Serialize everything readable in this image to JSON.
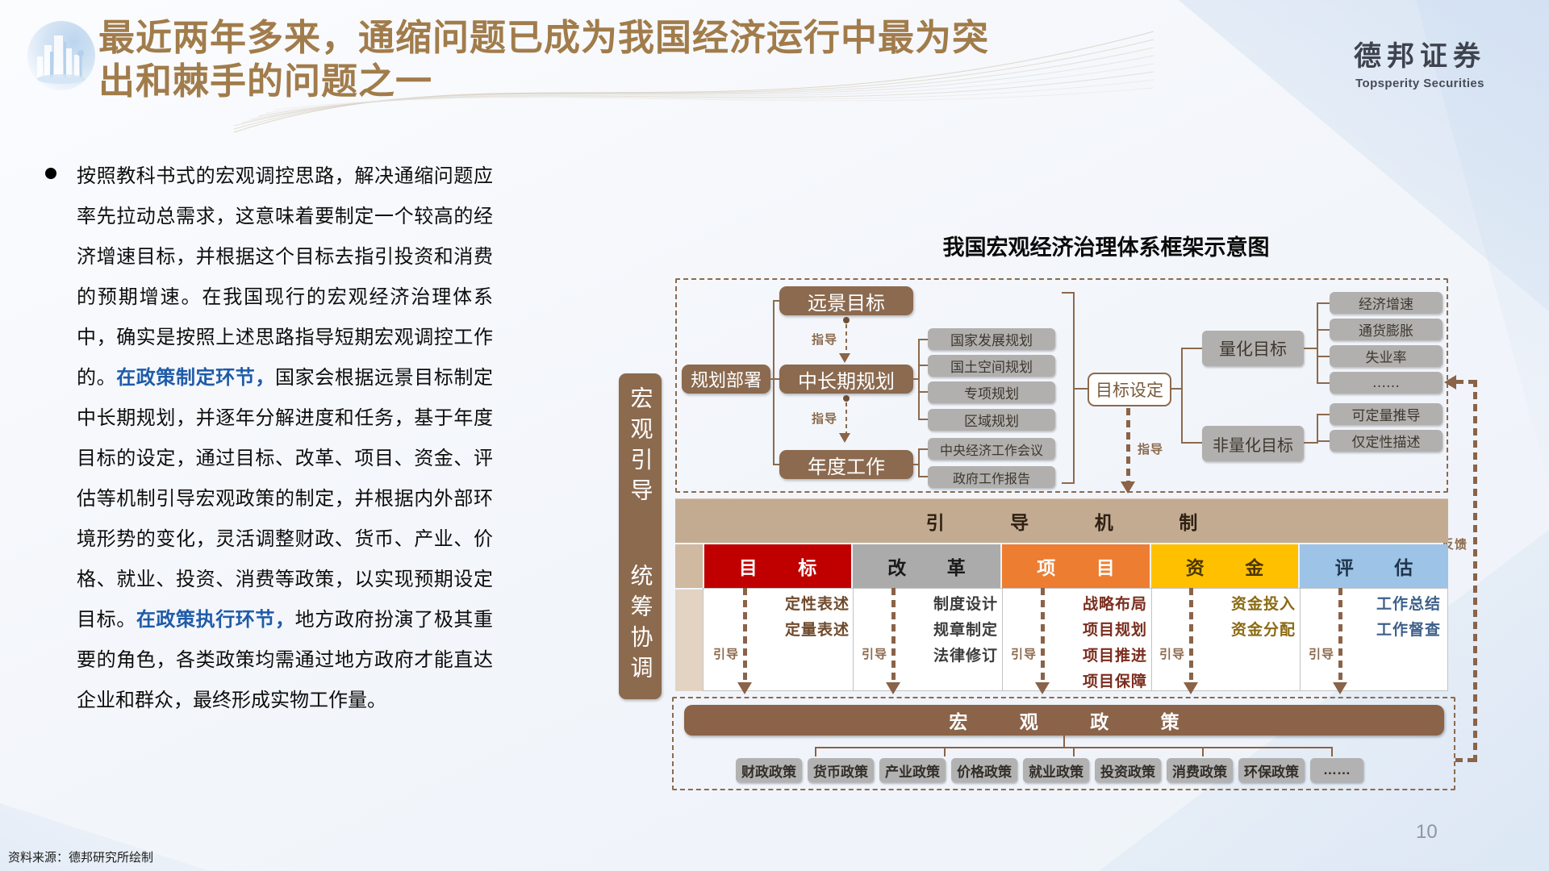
{
  "header": {
    "title_line1": "最近两年多来，通缩问题已成为我国经济运行中最为突",
    "title_line2": "出和棘手的问题之一",
    "brand_cn": "德邦证券",
    "brand_en": "Topsperity Securities",
    "title_color": "#A17C4B"
  },
  "body": {
    "segments": [
      {
        "text": "按照教科书式的宏观调控思路，解决通缩问题应率先拉动总需求，这意味着要制定一个较高的经济增速目标，并根据这个目标去指引投资和消费的预期增速。在我国现行的宏观经济治理体系中，确实是按照上述思路指导短期宏观调控工作的。",
        "style": "normal"
      },
      {
        "text": "在政策制定环节，",
        "style": "blue"
      },
      {
        "text": "国家会根据远景目标制定中长期规划，并逐年分解进度和任务，基于年度目标的设定，通过目标、改革、项目、资金、评估等机制引导宏观政策的制定，并根据内外部环境形势的变化，灵活调整财政、货币、产业、价格、就业、投资、消费等政策，以实现预期设定目标。",
        "style": "normal"
      },
      {
        "text": "在政策执行环节，",
        "style": "blue"
      },
      {
        "text": "地方政府扮演了极其重要的角色，各类政策均需通过地方政府才能直达企业和群众，最终形成实物工作量。",
        "style": "normal"
      }
    ],
    "highlight_color": "#1F5BA8"
  },
  "diagram": {
    "title": "我国宏观经济治理体系框架示意图",
    "side_bar": {
      "top": "宏观引导",
      "bottom": "统筹协调"
    },
    "plan_box": "规划部署",
    "vision_box": "远景目标",
    "midterm_box": "中长期规划",
    "annual_box": "年度工作",
    "guide_label": "指导",
    "plans": [
      "国家发展规划",
      "国土空间规划",
      "专项规划",
      "区域规划"
    ],
    "annual_docs": [
      "中央经济工作会议",
      "政府工作报告"
    ],
    "goal_setting_box": "目标设定",
    "quant_box": "量化目标",
    "nonquant_box": "非量化目标",
    "quant_items": [
      "经济增速",
      "通货膨胀",
      "失业率",
      "……"
    ],
    "nonquant_items": [
      "可定量推导",
      "仅定性描述"
    ],
    "mechanism_bar": "引  导  机  制",
    "columns": [
      {
        "header": "目标",
        "color": "#C00000",
        "header_text_color": "#ffffff",
        "item_color": "#6F4A2D",
        "items": [
          "定性表述",
          "定量表述"
        ]
      },
      {
        "header": "改革",
        "color": "#ABABAB",
        "header_text_color": "#1a1a1a",
        "item_color": "#3C3C3C",
        "items": [
          "制度设计",
          "规章制定",
          "法律修订"
        ]
      },
      {
        "header": "项目",
        "color": "#ED7D31",
        "header_text_color": "#ffffff",
        "item_color": "#7B2D1E",
        "items": [
          "战略布局",
          "项目规划",
          "项目推进",
          "项目保障"
        ]
      },
      {
        "header": "资金",
        "color": "#FFC000",
        "header_text_color": "#4a3500",
        "item_color": "#8A6A14",
        "items": [
          "资金投入",
          "资金分配"
        ]
      },
      {
        "header": "评估",
        "color": "#9DC3E6",
        "header_text_color": "#20354d",
        "item_color": "#3D5F8A",
        "items": [
          "工作总结",
          "工作督查"
        ]
      }
    ],
    "lead_label": "引导",
    "macro_bar": "宏观政策",
    "policies": [
      "财政政策",
      "货币政策",
      "产业政策",
      "价格政策",
      "就业政策",
      "投资政策",
      "消费政策",
      "环保政策",
      "……"
    ],
    "feedback_label": "反馈",
    "accent_brown": "#8C6A4E"
  },
  "footer": {
    "source": "资料来源：德邦研究所绘制",
    "page": "10"
  }
}
